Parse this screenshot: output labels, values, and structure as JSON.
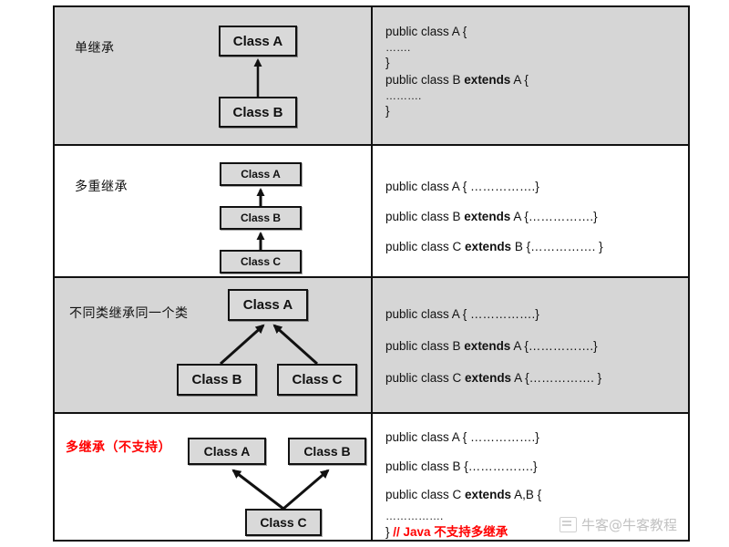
{
  "diagram": {
    "title": "Java inheritance types comparison table",
    "rows": [
      {
        "label": "单继承",
        "label_color": "#111111",
        "left_bg": "#d6d6d6",
        "right_bg": "#d6d6d6",
        "boxes": [
          "Class A",
          "Class B"
        ],
        "code_lines": [
          {
            "pre": "public class A {",
            "bold": "",
            "post": ""
          },
          {
            "pre": "  …….",
            "bold": "",
            "post": ""
          },
          {
            "pre": "}",
            "bold": "",
            "post": ""
          },
          {
            "pre": "public class B ",
            "bold": "extends",
            "post": " A {"
          },
          {
            "pre": "  ……….",
            "bold": "",
            "post": ""
          },
          {
            "pre": "}",
            "bold": "",
            "post": ""
          }
        ]
      },
      {
        "label": "多重继承",
        "label_color": "#111111",
        "left_bg": "#ffffff",
        "right_bg": "#ffffff",
        "boxes": [
          "Class A",
          "Class B",
          "Class C"
        ],
        "code_lines": [
          {
            "pre": "public class A { …………….}",
            "bold": "",
            "post": ""
          },
          {
            "pre": "public class B ",
            "bold": "extends",
            "post": " A {…………….}"
          },
          {
            "pre": "public class C ",
            "bold": "extends",
            "post": "  B {……………. }"
          }
        ]
      },
      {
        "label": "不同类继承同一个类",
        "label_color": "#111111",
        "left_bg": "#d6d6d6",
        "right_bg": "#d6d6d6",
        "boxes": [
          "Class A",
          "Class B",
          "Class C"
        ],
        "code_lines": [
          {
            "pre": "public class A { …………….}",
            "bold": "",
            "post": ""
          },
          {
            "pre": "public class B ",
            "bold": "extends",
            "post": " A {…………….}"
          },
          {
            "pre": "public class C ",
            "bold": "extends",
            "post": " A {……………. }"
          }
        ]
      },
      {
        "label": "多继承（不支持）",
        "label_color": "#ff0000",
        "left_bg": "#ffffff",
        "right_bg": "#ffffff",
        "boxes": [
          "Class A",
          "Class B",
          "Class C"
        ],
        "code_lines": [
          {
            "pre": "public class A { …………….}",
            "bold": "",
            "post": ""
          },
          {
            "pre": "public class B {…………….}",
            "bold": "",
            "post": ""
          },
          {
            "pre": "public class C ",
            "bold": "extends",
            "post": "  A,B {"
          },
          {
            "pre": "  …………….",
            "bold": "",
            "post": ""
          }
        ],
        "comment_prefix": "} ",
        "comment_text": "// Java  不支持多继承",
        "comment_color": "#ff0000"
      }
    ]
  },
  "watermark": {
    "text": "牛客@牛客教程",
    "logo": "notebook-icon"
  }
}
